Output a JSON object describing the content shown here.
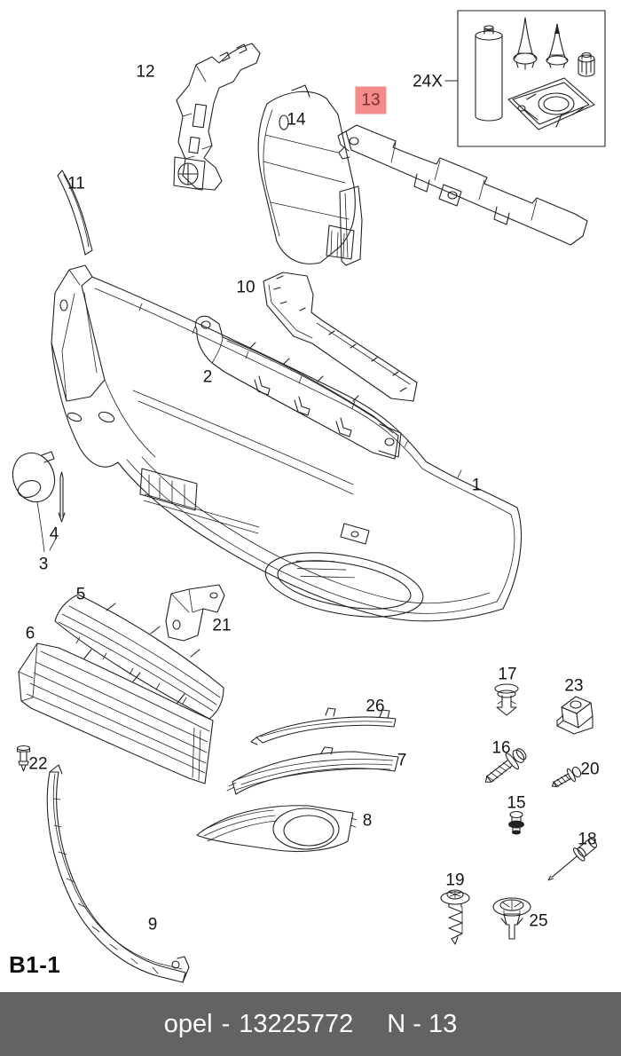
{
  "page": {
    "diagram_code": "B1-1",
    "kit_label": "24X"
  },
  "footer": {
    "brand": "opel",
    "separator": "-",
    "part_number": "13225772",
    "page_ref": "N - 13"
  },
  "highlight": {
    "selected_part": "13"
  },
  "theme": {
    "page_bg": "#ffffff",
    "line_color": "#222222",
    "label_color": "#141414",
    "highlight_bg": "#f58a8a",
    "highlight_text": "#7c2d2d",
    "footer_bg": "#636363",
    "footer_text": "#ffffff"
  },
  "kit_contents": [
    "adhesive-cartridge",
    "nozzle-cone",
    "nozzle-cone",
    "cap",
    "abrasive-sachet"
  ],
  "labels": [
    {
      "text": "1"
    },
    {
      "text": "2"
    },
    {
      "text": "3"
    },
    {
      "text": "4"
    },
    {
      "text": "5"
    },
    {
      "text": "6"
    },
    {
      "text": "7"
    },
    {
      "text": "8"
    },
    {
      "text": "9"
    },
    {
      "text": "10"
    },
    {
      "text": "11"
    },
    {
      "text": "12"
    },
    {
      "text": "13"
    },
    {
      "text": "14"
    },
    {
      "text": "15"
    },
    {
      "text": "16"
    },
    {
      "text": "17"
    },
    {
      "text": "18"
    },
    {
      "text": "19"
    },
    {
      "text": "20"
    },
    {
      "text": "21"
    },
    {
      "text": "22"
    },
    {
      "text": "23"
    },
    {
      "text": "25"
    },
    {
      "text": "26"
    }
  ]
}
